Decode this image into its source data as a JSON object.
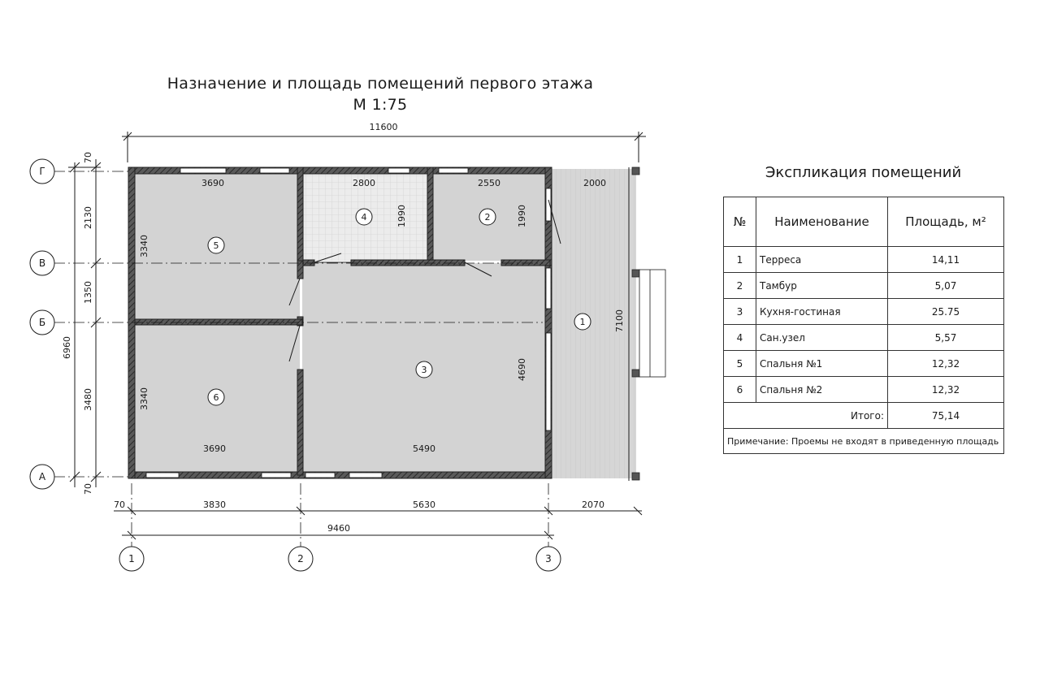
{
  "title": "Назначение и площадь помещений первого этажа",
  "scale": "М 1:75",
  "dimensions": {
    "overall_top": "11600",
    "inner_top": [
      "3690",
      "2800",
      "2550",
      "2000"
    ],
    "inner_bottom": [
      "3690",
      "5490"
    ],
    "vertical_inner": [
      "3340",
      "1990",
      "1990",
      "3340",
      "4690",
      "7100"
    ],
    "left_chain": [
      "70",
      "2130",
      "1350",
      "3480",
      "70"
    ],
    "left_total": "6960",
    "bottom_chain": [
      "70",
      "3830",
      "5630",
      "2070"
    ],
    "bottom_total": "9460"
  },
  "axes": {
    "rows": [
      "Г",
      "В",
      "Б",
      "А"
    ],
    "cols": [
      "1",
      "2",
      "3"
    ]
  },
  "room_markers": [
    "1",
    "2",
    "3",
    "4",
    "5",
    "6"
  ],
  "explication": {
    "title": "Экспликация помещений",
    "headers": {
      "num": "№",
      "name": "Наименование",
      "area": "Площадь, м²"
    },
    "rows": [
      {
        "num": "1",
        "name": "Терреса",
        "area": "14,11"
      },
      {
        "num": "2",
        "name": "Тамбур",
        "area": "5,07"
      },
      {
        "num": "3",
        "name": "Кухня-гостиная",
        "area": "25.75"
      },
      {
        "num": "4",
        "name": "Сан.узел",
        "area": "5,57"
      },
      {
        "num": "5",
        "name": "Спальня №1",
        "area": "12,32"
      },
      {
        "num": "6",
        "name": "Спальня №2",
        "area": "12,32"
      }
    ],
    "total_label": "Итого:",
    "total_value": "75,14",
    "note": "Примечание: Проемы не входят в приведенную площадь"
  },
  "colors": {
    "wall": "#4a4a4a",
    "floor": "#d2d2d2",
    "terrace": "#d8d8d8",
    "bath_grid": "#e6e6e6",
    "line": "#1a1a1a"
  }
}
